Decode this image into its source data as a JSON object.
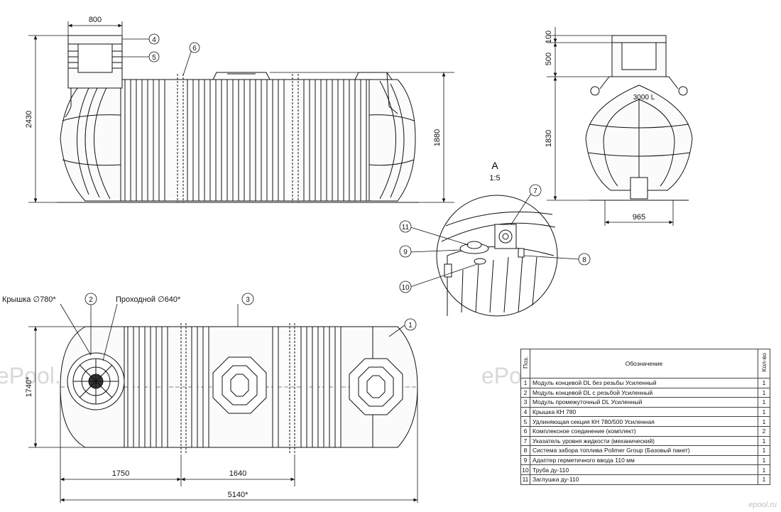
{
  "dimensions": {
    "front_top_width": "800",
    "front_height_total": "2430",
    "front_height_body": "1880",
    "side_h1": "100",
    "side_h2": "500",
    "side_h3": "1830",
    "side_bottom_width": "965",
    "plan_height": "1740*",
    "plan_seg1": "1750",
    "plan_seg2": "1640",
    "plan_total": "5140*"
  },
  "detail": {
    "title": "A",
    "scale": "1:5"
  },
  "callouts": {
    "lid": "Крышка ∅780*",
    "passage": "Проходной ∅640*"
  },
  "balloons": {
    "b1": "1",
    "b2": "2",
    "b3": "3",
    "b4": "4",
    "b5": "5",
    "b6": "6",
    "b7": "7",
    "b8": "8",
    "b9": "9",
    "b10": "10",
    "b11": "11"
  },
  "tank_label": "3000 L",
  "watermark": "ePool.ru",
  "brand": "epool.ru",
  "table": {
    "headers": {
      "pos": "Поз.",
      "name": "Обозначение",
      "qty": "Кол-во"
    },
    "rows": [
      {
        "pos": "1",
        "name": "Модуль концевой DL без резьбы Усиленный",
        "qty": "1"
      },
      {
        "pos": "2",
        "name": "Модуль концевой DL с резьбой Усиленный",
        "qty": "1"
      },
      {
        "pos": "3",
        "name": "Модуль промежуточный DL Усиленный",
        "qty": "1"
      },
      {
        "pos": "4",
        "name": "Крышка КН 780",
        "qty": "1"
      },
      {
        "pos": "5",
        "name": "Удлиняющая секция КН 780/500 Усиленная",
        "qty": "1"
      },
      {
        "pos": "6",
        "name": "Комплексное соединение (комплект)",
        "qty": "2"
      },
      {
        "pos": "7",
        "name": "Указатель уровня жидкости (механический)",
        "qty": "1"
      },
      {
        "pos": "8",
        "name": "Система забора топлива Polimer Group (Базовый пакет)",
        "qty": "1"
      },
      {
        "pos": "9",
        "name": "Адаптер герметичного ввода 110 мм",
        "qty": "1"
      },
      {
        "pos": "10",
        "name": "Труба ду-110",
        "qty": "1"
      },
      {
        "pos": "11",
        "name": "Заглушка ду-110",
        "qty": "1"
      }
    ]
  }
}
